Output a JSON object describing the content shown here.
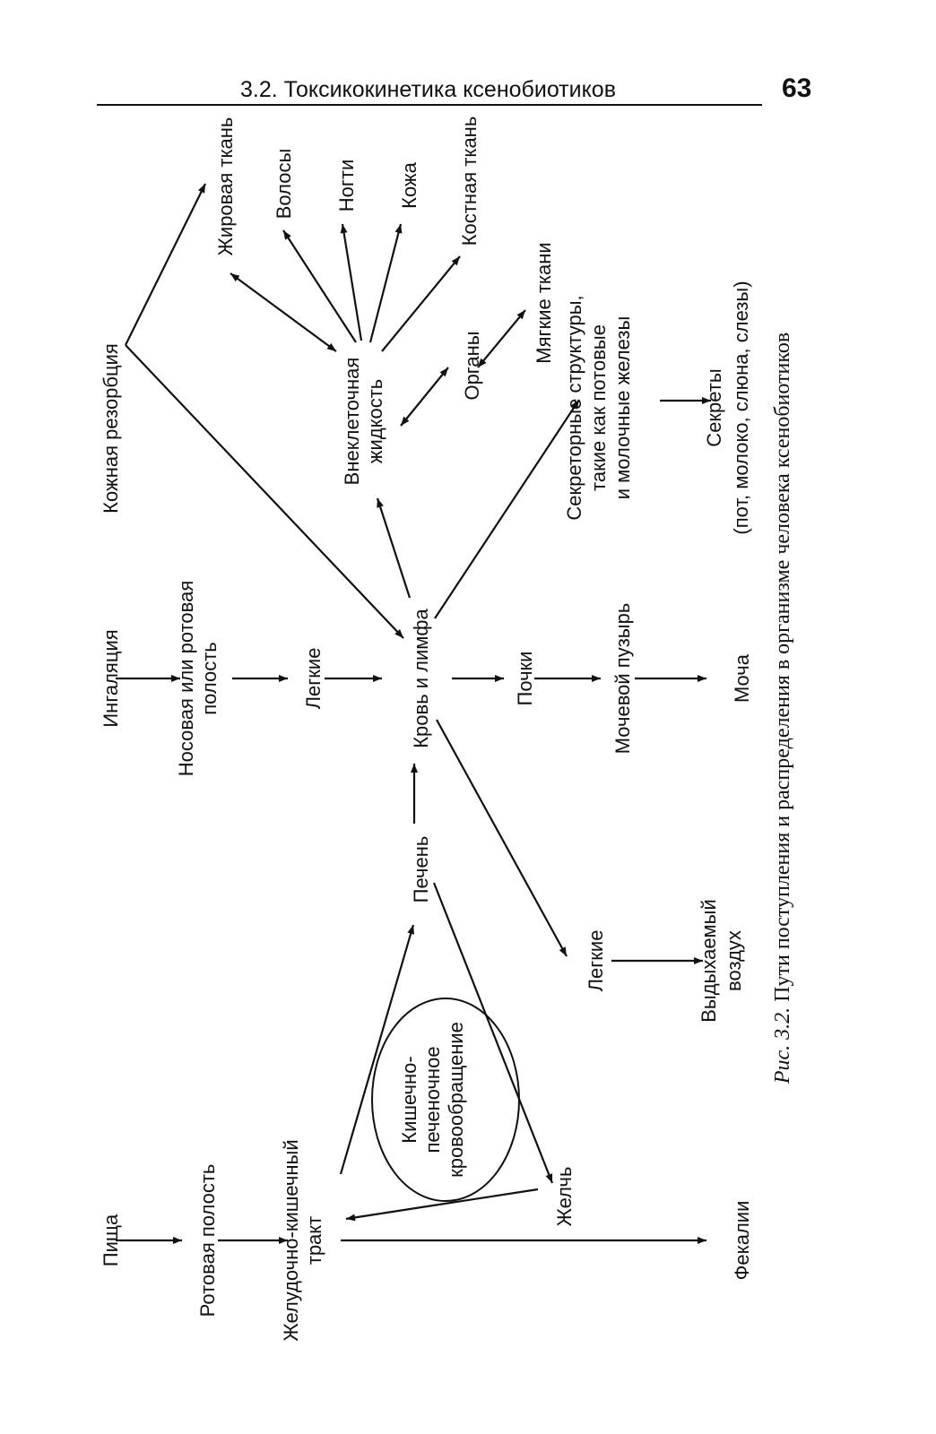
{
  "header": {
    "running_title": "3.2. Токсикокинетика ксенобиотиков",
    "page_number": "63"
  },
  "caption": {
    "label": "Рис. 3.2.",
    "text": "Пути поступления и распределения в организме человека ксенобиотиков"
  },
  "nodes": {
    "skin_resorption": "Кожная резорбция",
    "inhalation": "Ингаляция",
    "food": "Пища",
    "nasal_oral_cavity": [
      "Носовая или ротовая",
      "полость"
    ],
    "oral_cavity": "Ротовая полость",
    "lungs_in": "Легкие",
    "gi_tract": [
      "Желудочно-кишечный",
      "тракт"
    ],
    "liver": "Печень",
    "blood_lymph": "Кровь и лимфа",
    "extracellular_fluid": [
      "Внеклеточная",
      "жидкость"
    ],
    "adipose_tissue": "Жировая ткань",
    "hair": "Волосы",
    "nails": "Ногти",
    "skin": "Кожа",
    "bone_tissue": "Костная ткань",
    "organs": "Органы",
    "soft_tissues": "Мягкие ткани",
    "secretory_structures": [
      "Секреторные структуры,",
      "такие  как потовые",
      "и молочные железы"
    ],
    "secretions": [
      "Секреты",
      "(пот, молоко, слюна, слезы)"
    ],
    "kidneys": "Почки",
    "bladder": "Мочевой пузырь",
    "urine": "Моча",
    "lungs_out": "Легкие",
    "exhaled_air": [
      "Выдыхаемый",
      "воздух"
    ],
    "bile": "Желчь",
    "feces": "Фекалии",
    "enterohepatic": [
      "Кишечно-",
      "печеночное",
      "кровообращение"
    ]
  }
}
